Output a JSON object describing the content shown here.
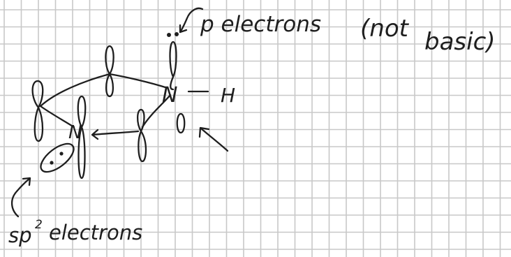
{
  "colors": {
    "grid": "#c8c8c8",
    "ink": "#1e1e1e",
    "paper": "#ffffff"
  },
  "labels": {
    "p_electrons": "p electrons",
    "not_basic_open": "(not",
    "not_basic_close": "basic)",
    "sp2_base": "sp",
    "sp2_superscript": "2",
    "sp2_suffix": "electrons",
    "nitrogen_pyrrole": "N",
    "nitrogen_pyridine": "N",
    "hydrogen": "H"
  }
}
